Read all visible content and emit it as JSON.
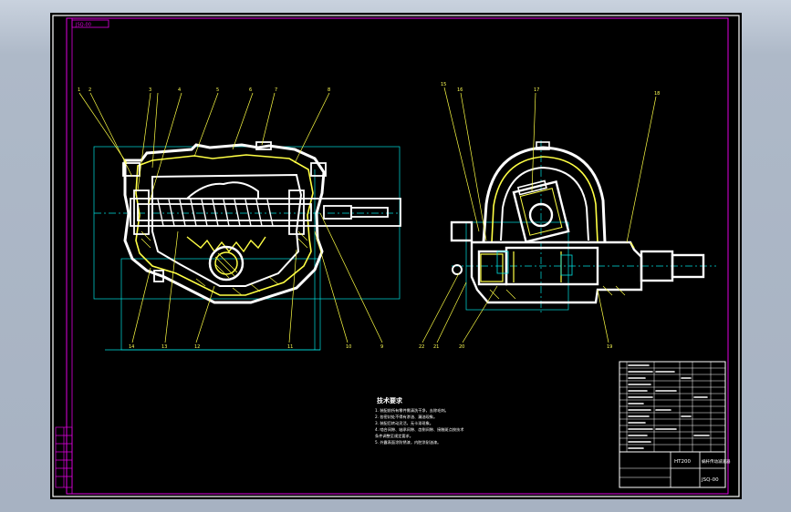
{
  "drawing": {
    "tech_req": {
      "title": "技术要求",
      "lines": [
        "1. 装配前所有零件需清洗干净，去除毛刺。",
        "2. 各密封处不得有渗油、漏油现象。",
        "3. 装配后转动灵活，无卡滞现象。",
        "4. 啮合间隙、轴承间隙、齿侧间隙、接触斑点按技术",
        "   条件调整至规定要求。",
        "5. 外露表面涂防锈漆，内腔涂耐油漆。"
      ]
    },
    "title_block": {
      "name": "蜗杆传动减速器",
      "material": "HT200",
      "drawing_no": "JSQ-00"
    }
  }
}
